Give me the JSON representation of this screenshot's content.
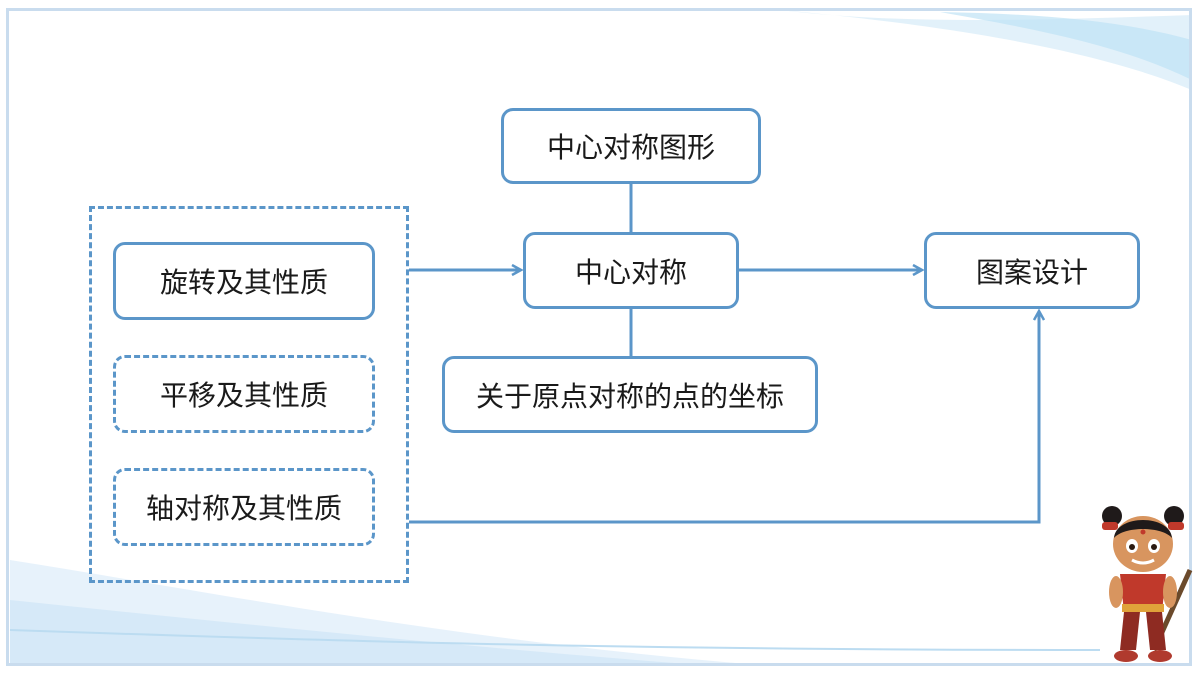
{
  "diagram": {
    "nodes": {
      "center_figure": "中心对称图形",
      "center_symmetry": "中心对称",
      "origin_symmetric_points": "关于原点对称的点的坐标",
      "pattern_design": "图案设计",
      "rotation": "旋转及其性质",
      "translation": "平移及其性质",
      "axial_symmetry": "轴对称及其性质"
    },
    "edges": [
      {
        "from": "center_figure",
        "to": "center_symmetry",
        "style": "line"
      },
      {
        "from": "center_symmetry",
        "to": "origin_symmetric_points",
        "style": "line"
      },
      {
        "from": "prerequisite_group",
        "to": "center_symmetry",
        "style": "arrow"
      },
      {
        "from": "center_symmetry",
        "to": "pattern_design",
        "style": "arrow"
      },
      {
        "from": "prerequisite_group",
        "to": "pattern_design",
        "style": "arrow"
      }
    ]
  },
  "colors": {
    "accent": "#5b96c9",
    "frame": "#c9dcee",
    "text": "#1a1a1a"
  },
  "icons": {
    "mascot": "cartoon-character-illustration"
  }
}
